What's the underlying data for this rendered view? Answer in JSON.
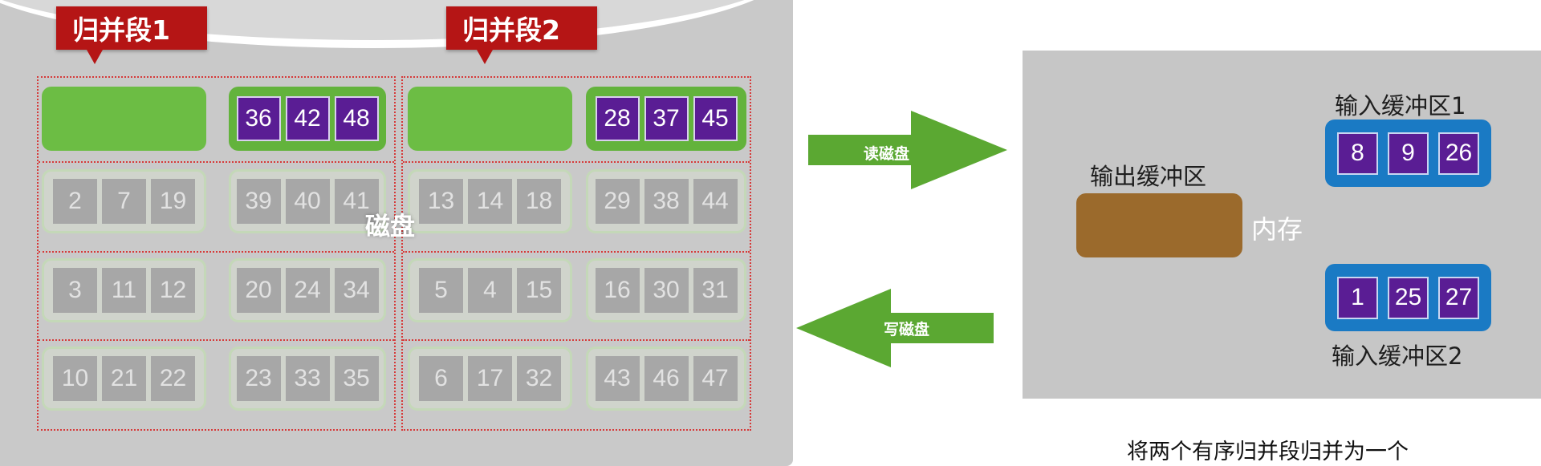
{
  "disk": {
    "label": "磁盘",
    "segments": [
      {
        "tag": "归并段1",
        "blocks": [
          {
            "active": true,
            "values": []
          },
          {
            "active": true,
            "values": [
              "36",
              "42",
              "48"
            ]
          },
          {
            "active": false,
            "values": [
              "2",
              "7",
              "19"
            ]
          },
          {
            "active": false,
            "values": [
              "39",
              "40",
              "41"
            ]
          },
          {
            "active": false,
            "values": [
              "3",
              "11",
              "12"
            ]
          },
          {
            "active": false,
            "values": [
              "20",
              "24",
              "34"
            ]
          },
          {
            "active": false,
            "values": [
              "10",
              "21",
              "22"
            ]
          },
          {
            "active": false,
            "values": [
              "23",
              "33",
              "35"
            ]
          }
        ]
      },
      {
        "tag": "归并段2",
        "blocks": [
          {
            "active": true,
            "values": []
          },
          {
            "active": true,
            "values": [
              "28",
              "37",
              "45"
            ]
          },
          {
            "active": false,
            "values": [
              "13",
              "14",
              "18"
            ]
          },
          {
            "active": false,
            "values": [
              "29",
              "38",
              "44"
            ]
          },
          {
            "active": false,
            "values": [
              "5",
              "4",
              "15"
            ]
          },
          {
            "active": false,
            "values": [
              "16",
              "30",
              "31"
            ]
          },
          {
            "active": false,
            "values": [
              "6",
              "17",
              "32"
            ]
          },
          {
            "active": false,
            "values": [
              "43",
              "46",
              "47"
            ]
          }
        ]
      }
    ]
  },
  "arrows": {
    "read": "读磁盘",
    "write": "写磁盘"
  },
  "memory": {
    "label": "内存",
    "output_buffer": {
      "label": "输出缓冲区"
    },
    "input_buffer_1": {
      "label": "输入缓冲区1",
      "values": [
        "8",
        "9",
        "26"
      ]
    },
    "input_buffer_2": {
      "label": "输入缓冲区2",
      "values": [
        "1",
        "25",
        "27"
      ]
    }
  },
  "caption": "将两个有序归并段归并为一个",
  "colors": {
    "segment_tag": "#b51515",
    "active_block": "#63b33c",
    "record_cell": "#5a1d94",
    "input_buffer": "#1a7ac4",
    "output_buffer": "#9b6a2c",
    "arrow": "#5ba832"
  }
}
